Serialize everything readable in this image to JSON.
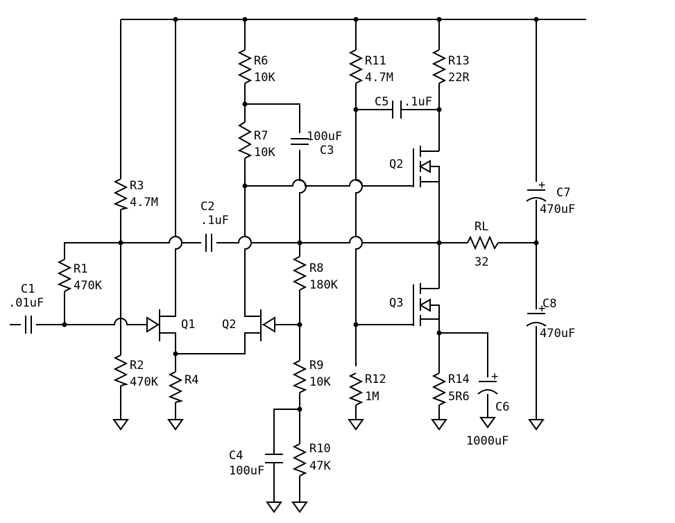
{
  "resistors": [
    {
      "id": "R1",
      "value": "470K"
    },
    {
      "id": "R2",
      "value": "470K"
    },
    {
      "id": "R3",
      "value": "4.7M"
    },
    {
      "id": "R4",
      "value": ""
    },
    {
      "id": "R6",
      "value": "10K"
    },
    {
      "id": "R7",
      "value": "10K"
    },
    {
      "id": "R8",
      "value": "180K"
    },
    {
      "id": "R9",
      "value": "10K"
    },
    {
      "id": "R10",
      "value": "47K"
    },
    {
      "id": "R11",
      "value": "4.7M"
    },
    {
      "id": "R12",
      "value": "1M"
    },
    {
      "id": "R13",
      "value": "22R"
    },
    {
      "id": "R14",
      "value": "5R6"
    },
    {
      "id": "RL",
      "value": "32"
    }
  ],
  "capacitors": [
    {
      "id": "C1",
      "value": ".01uF"
    },
    {
      "id": "C2",
      "value": ".1uF"
    },
    {
      "id": "C3",
      "value": "100uF"
    },
    {
      "id": "C4",
      "value": "100uF"
    },
    {
      "id": "C5",
      "value": ".1uF"
    },
    {
      "id": "C6",
      "value": "1000uF"
    },
    {
      "id": "C7",
      "value": "470uF"
    },
    {
      "id": "C8",
      "value": "470uF"
    }
  ],
  "transistors": [
    {
      "id": "Q1",
      "label": "Q1"
    },
    {
      "id": "Q2a",
      "label": "Q2"
    },
    {
      "id": "Q2b",
      "label": "Q2"
    },
    {
      "id": "Q3",
      "label": "Q3"
    }
  ],
  "polarity_mark": "+"
}
